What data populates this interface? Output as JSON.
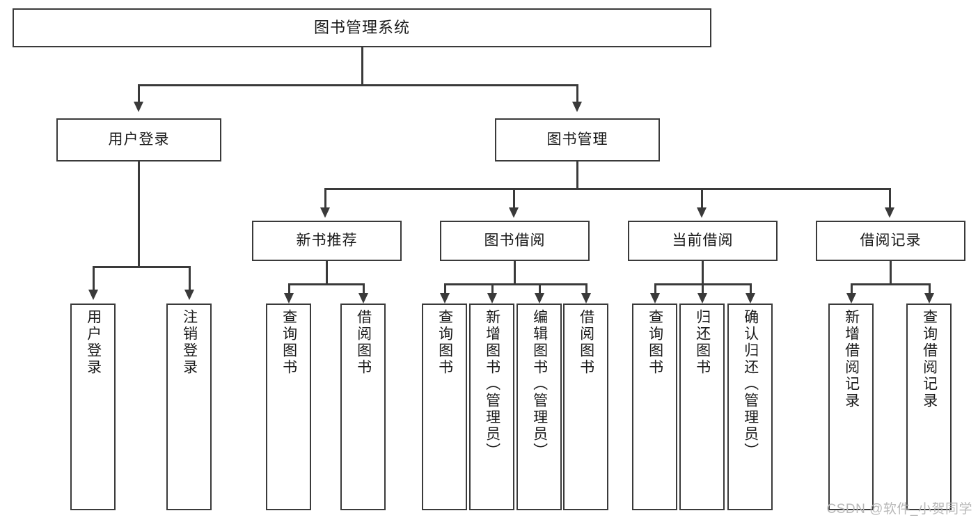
{
  "diagram": {
    "title": "图书管理系统",
    "type": "tree-hierarchy-chart",
    "watermark": "CSDN @软件_小贺同学",
    "colors": {
      "stroke": "#3a3a3a",
      "fill": "#ffffff",
      "text": "#1a1a1a",
      "watermark": "#b8b8b8"
    },
    "levels": {
      "root": {
        "label": "图书管理系统"
      },
      "level2": [
        {
          "label": "用户登录"
        },
        {
          "label": "图书管理"
        }
      ],
      "level3": [
        {
          "label": "新书推荐"
        },
        {
          "label": "图书借阅"
        },
        {
          "label": "当前借阅"
        },
        {
          "label": "借阅记录"
        }
      ],
      "leaves": {
        "user_login": [
          {
            "label": "用户登录"
          },
          {
            "label": "注销登录"
          }
        ],
        "new_book_recommend": [
          {
            "label": "查询图书"
          },
          {
            "label": "借阅图书"
          }
        ],
        "book_borrow": [
          {
            "label": "查询图书"
          },
          {
            "label": "新增图书（管理员）"
          },
          {
            "label": "编辑图书（管理员）"
          },
          {
            "label": "借阅图书"
          }
        ],
        "current_borrow": [
          {
            "label": "查询图书"
          },
          {
            "label": "归还图书"
          },
          {
            "label": "确认归还（管理员）"
          }
        ],
        "borrow_record": [
          {
            "label": "新增借阅记录"
          },
          {
            "label": "查询借阅记录"
          }
        ]
      }
    }
  }
}
